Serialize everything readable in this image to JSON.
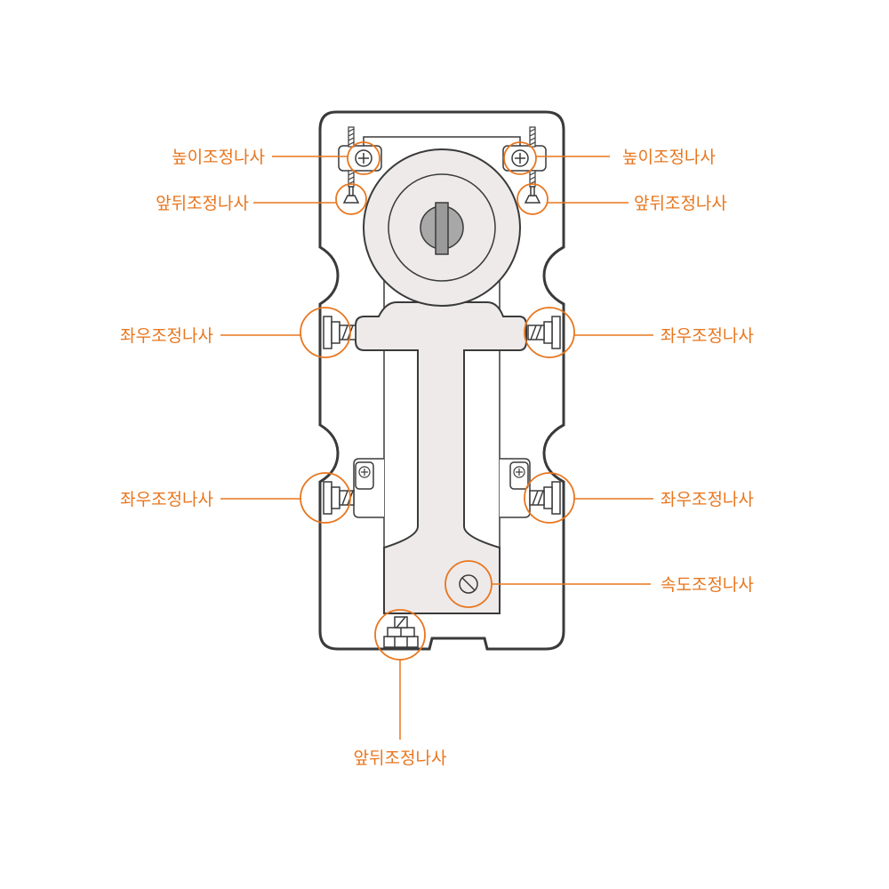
{
  "colors": {
    "accent": "#e8761e",
    "outline": "#3a3a3a",
    "part_fill": "#eeeaea",
    "spindle": "#a8a8a8"
  },
  "labels": {
    "height_left": "높이조정나사",
    "height_right": "높이조정나사",
    "front_back_left": "앞뒤조정나사",
    "front_back_right": "앞뒤조정나사",
    "left_right_upper_left": "좌우조정나사",
    "left_right_upper_right": "좌우조정나사",
    "left_right_lower_left": "좌우조정나사",
    "left_right_lower_right": "좌우조정나사",
    "speed": "속도조정나사",
    "front_back_bottom": "앞뒤조정나사"
  }
}
